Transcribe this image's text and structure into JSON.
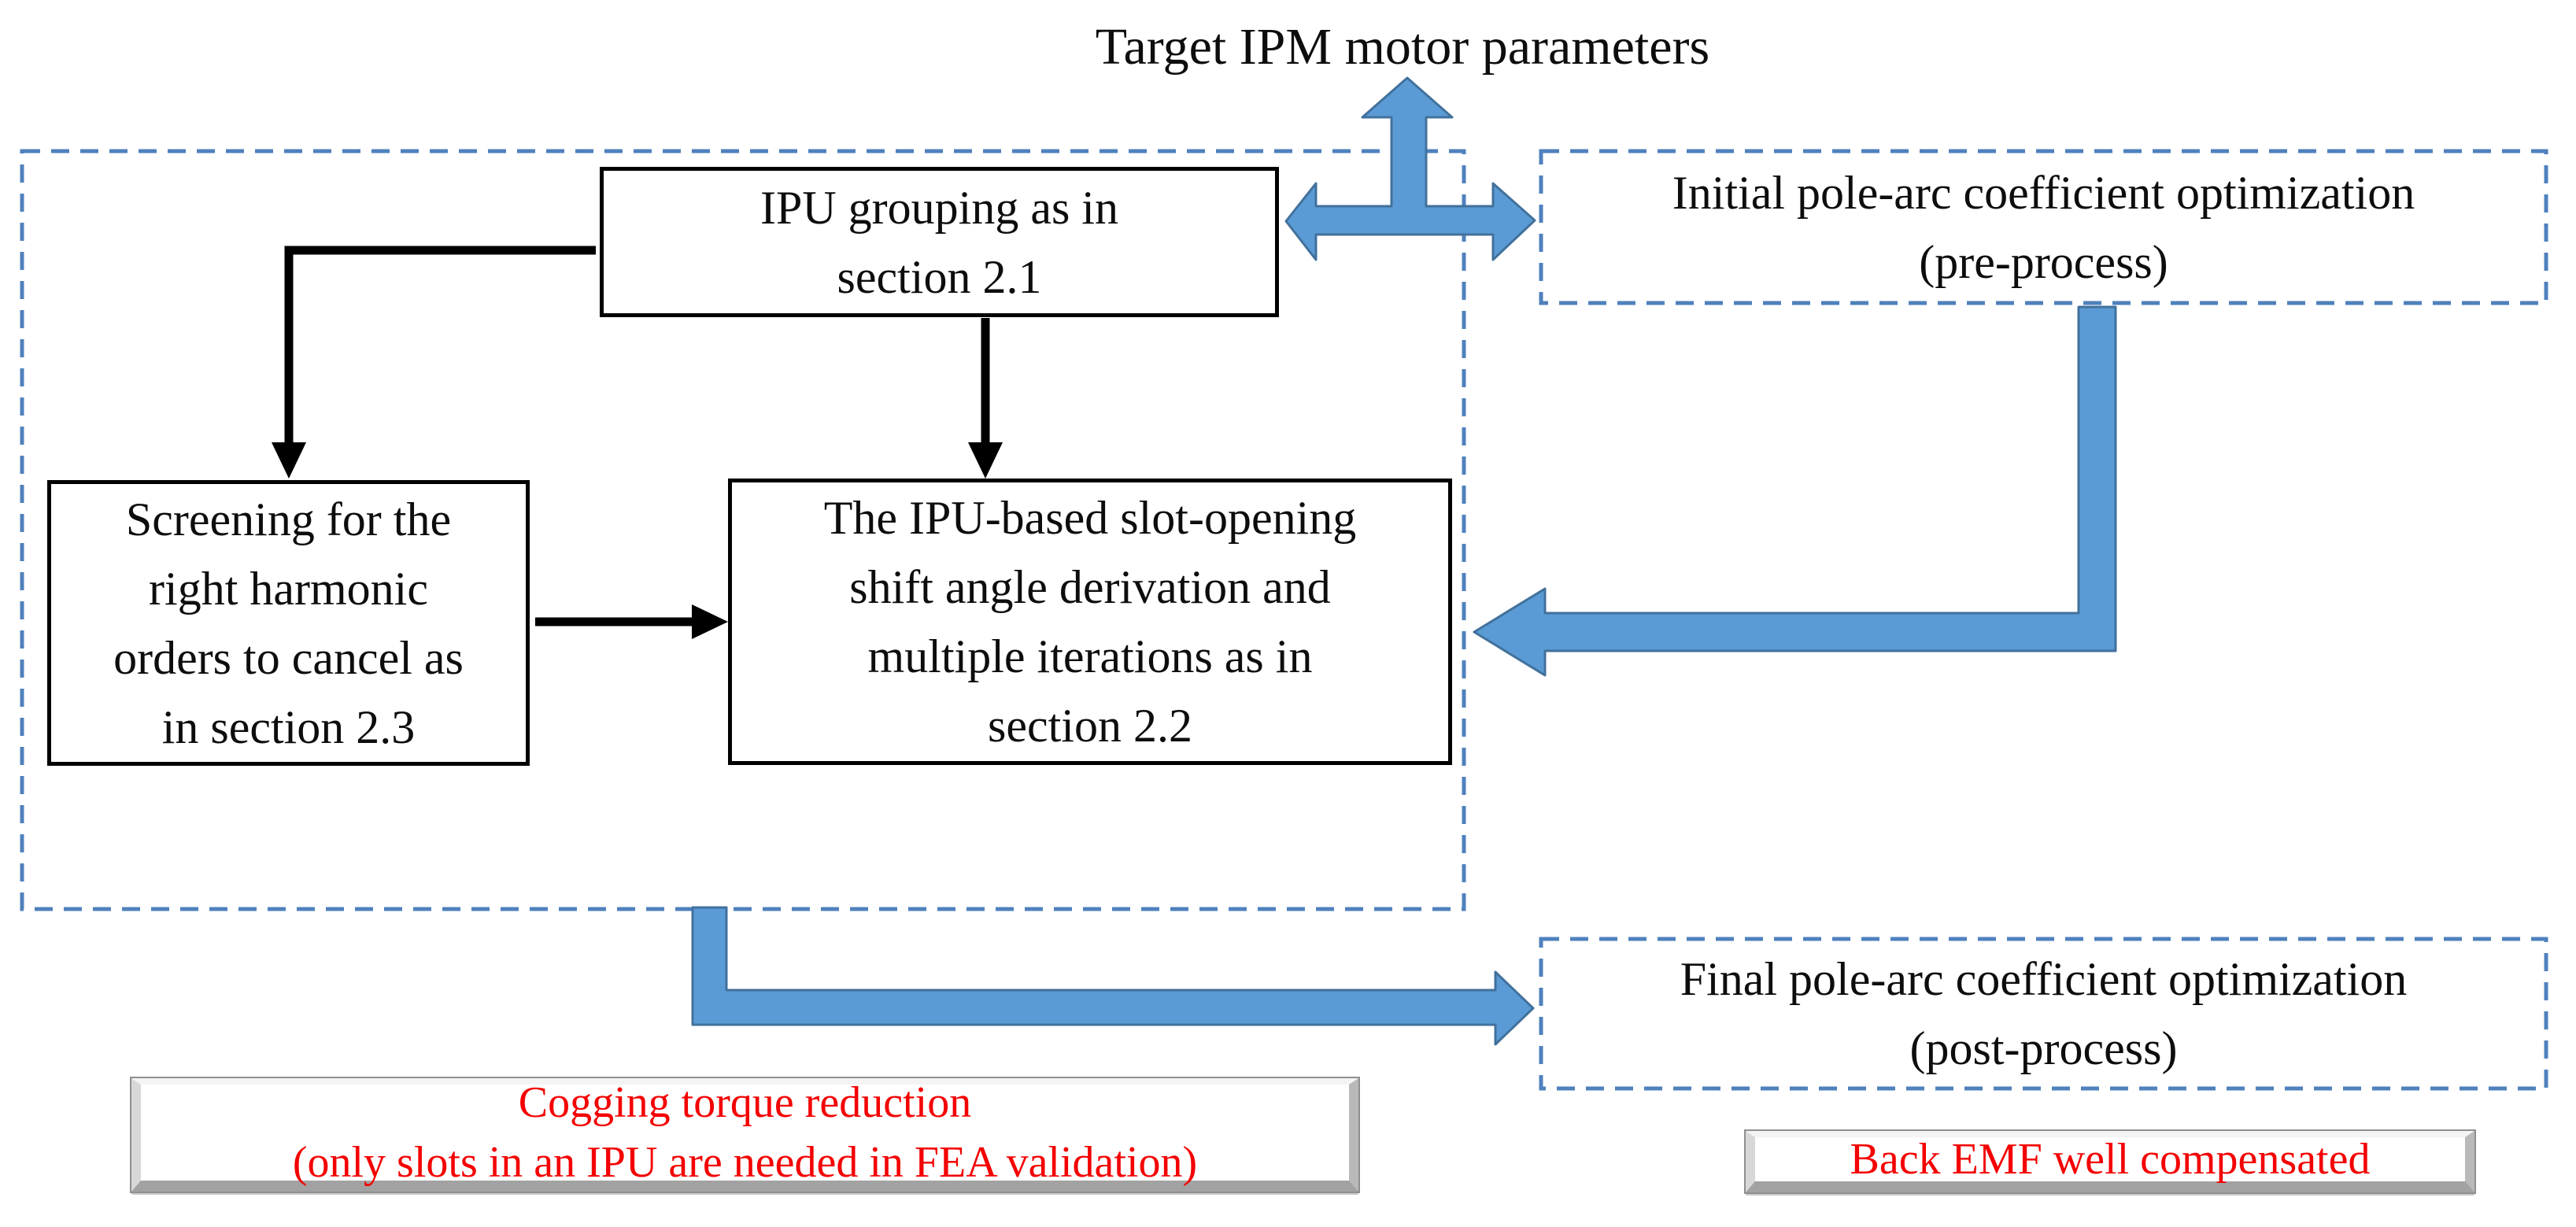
{
  "title": "Target IPM motor parameters",
  "flow": {
    "ipu_box": {
      "lines": [
        "IPU grouping as in",
        "section 2.1"
      ]
    },
    "screening_box": {
      "lines": [
        "Screening for the",
        "right harmonic",
        "orders to cancel as",
        "in section 2.3"
      ]
    },
    "derivation_box": {
      "lines": [
        "The IPU-based slot-opening",
        "shift angle derivation and",
        "multiple iterations as in",
        "section 2.2"
      ]
    },
    "initial_box": {
      "lines": [
        "Initial pole-arc coefficient optimization",
        "(pre-process)"
      ]
    },
    "final_box": {
      "lines": [
        "Final pole-arc coefficient optimization",
        "(post-process)"
      ]
    }
  },
  "results": {
    "cogging": {
      "lines": [
        "Cogging torque reduction",
        "(only slots in an IPU are needed in FEA validation)"
      ]
    },
    "back_emf": {
      "lines": [
        "Back EMF well compensated"
      ]
    }
  },
  "colors": {
    "arrow_fill": "#5b9bd5",
    "arrow_border": "#41719c",
    "dashed_border": "#4f81bd",
    "box_border": "#000000",
    "text": "#0d0d0d",
    "result_text": "#f40000"
  }
}
